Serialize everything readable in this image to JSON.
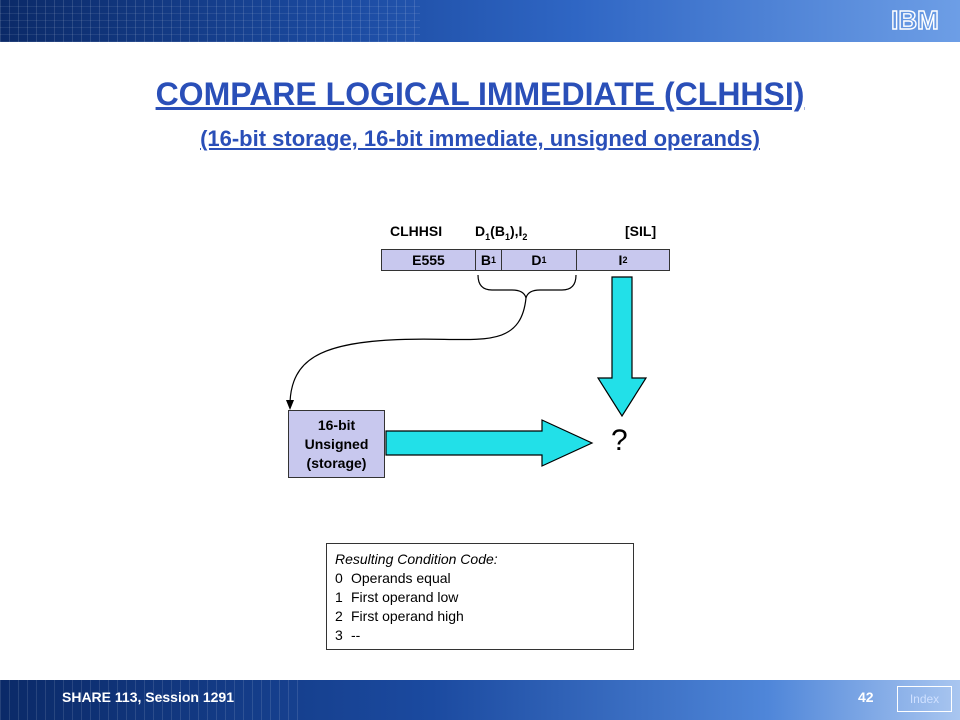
{
  "header": {
    "logo_text": "IBM"
  },
  "title": "COMPARE LOGICAL IMMEDIATE (CLHHSI)",
  "subtitle": "(16-bit storage, 16-bit immediate, unsigned operands)",
  "instruction": {
    "mnemonic": "CLHHSI",
    "operands": {
      "d": "D",
      "b": "B",
      "i": "I",
      "sub1": "1",
      "sub2": "2"
    },
    "format": "[SIL]",
    "fields": {
      "opcode": "E555",
      "b": "B",
      "d": "D",
      "i": "I",
      "sub1": "1",
      "sub2": "2"
    }
  },
  "storage_box": {
    "line1": "16-bit",
    "line2": "Unsigned",
    "line3": "(storage)"
  },
  "result": "?",
  "condition_code": {
    "heading": "Resulting Condition Code:",
    "rows": [
      {
        "code": "0",
        "text": "Operands equal"
      },
      {
        "code": "1",
        "text": "First operand low"
      },
      {
        "code": "2",
        "text": "First operand high"
      },
      {
        "code": "3",
        "text": "--"
      }
    ]
  },
  "colors": {
    "title": "#2a4fb8",
    "box_fill": "#c8c8ee",
    "arrow_fill": "#22e0e8"
  },
  "footer": {
    "session": "SHARE 113, Session 1291",
    "page": "42",
    "index_label": "Index"
  }
}
